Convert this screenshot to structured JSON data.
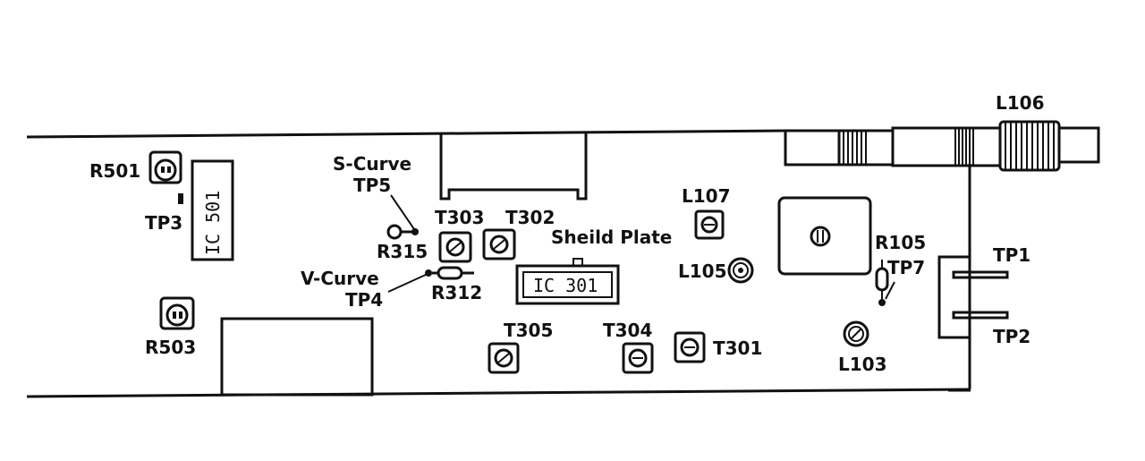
{
  "colors": {
    "ink": "#111111",
    "paper": "#ffffff"
  },
  "labels": {
    "l106": "L106",
    "r501": "R501",
    "tp3": "TP3",
    "ic501": "IC 501",
    "s_curve": "S-Curve",
    "tp5": "TP5",
    "t303": "T303",
    "t302": "T302",
    "r315": "R315",
    "sheild_plate": "Sheild Plate",
    "l107": "L107",
    "r105": "R105",
    "tp7": "TP7",
    "tp1": "TP1",
    "tp2": "TP2",
    "v_curve": "V-Curve",
    "tp4": "TP4",
    "r312": "R312",
    "ic301": "IC 301",
    "l105": "L105",
    "r503": "R503",
    "t305": "T305",
    "t304": "T304",
    "t301": "T301",
    "l103": "L103"
  }
}
